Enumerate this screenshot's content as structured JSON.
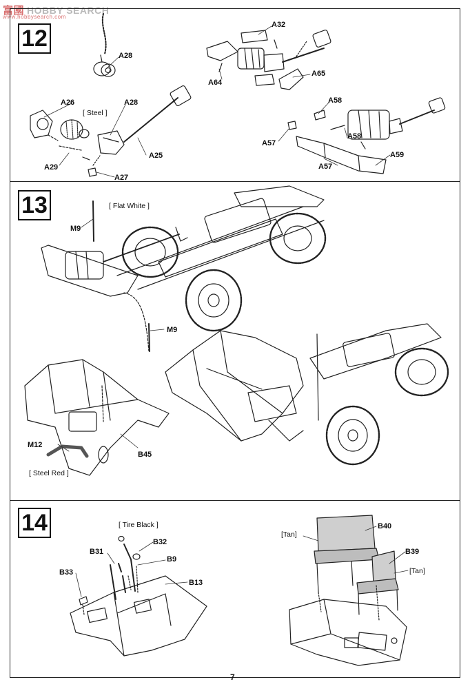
{
  "watermark": {
    "cn": "富國",
    "text": "HOBBY SEARCH",
    "url": "www.hobbysearch.com"
  },
  "page_number": "7",
  "steps": [
    {
      "number": "12",
      "labels": [
        "A28",
        "A32",
        "A64",
        "A65",
        "A26",
        "A28",
        "A29",
        "A25",
        "A27",
        "A58",
        "A57",
        "A58",
        "A57",
        "A59"
      ],
      "notes": [
        "[ Steel ]"
      ]
    },
    {
      "number": "13",
      "labels": [
        "M9",
        "M9",
        "M12",
        "B45"
      ],
      "notes": [
        "[ Flat White ]",
        "[ Steel Red ]"
      ]
    },
    {
      "number": "14",
      "labels": [
        "B32",
        "B31",
        "B9",
        "B33",
        "B13",
        "B40",
        "B39"
      ],
      "notes": [
        "[ Tire Black ]",
        "[Tan]",
        "[Tan]"
      ]
    }
  ]
}
